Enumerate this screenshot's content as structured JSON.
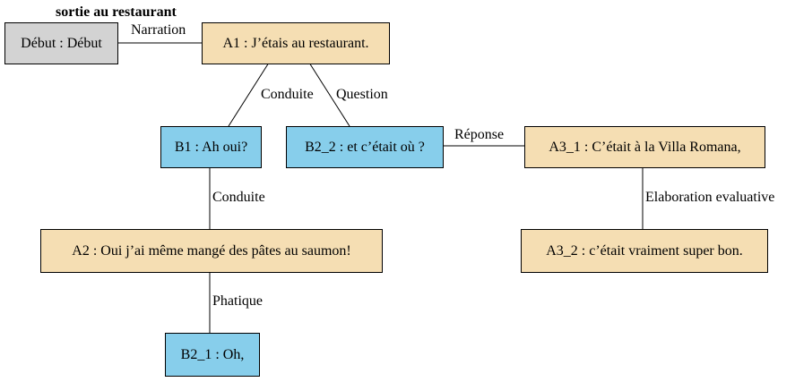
{
  "title": "sortie au restaurant",
  "colors": {
    "start_fill": "#d3d3d3",
    "a_fill": "#f5deb3",
    "b_fill": "#87ceeb",
    "line": "#000000"
  },
  "nodes": {
    "debut": "Début : Début",
    "a1": "A1 : J’étais au restaurant.",
    "b1": "B1 : Ah oui?",
    "b2_2": "B2_2 : et c’était où ?",
    "a3_1": "A3_1 : C’était à la Villa Romana,",
    "a2": "A2 : Oui j’ai même mangé des pâtes au saumon!",
    "a3_2": "A3_2 : c’était vraiment super bon.",
    "b2_1": "B2_1 : Oh,"
  },
  "edges": {
    "debut_a1": "Narration",
    "a1_b1": "Conduite",
    "a1_b2_2": "Question",
    "b2_2_a3_1": "Réponse",
    "b1_a2": "Conduite",
    "a3_1_a3_2": "Elaboration evaluative",
    "a2_b2_1": "Phatique"
  }
}
